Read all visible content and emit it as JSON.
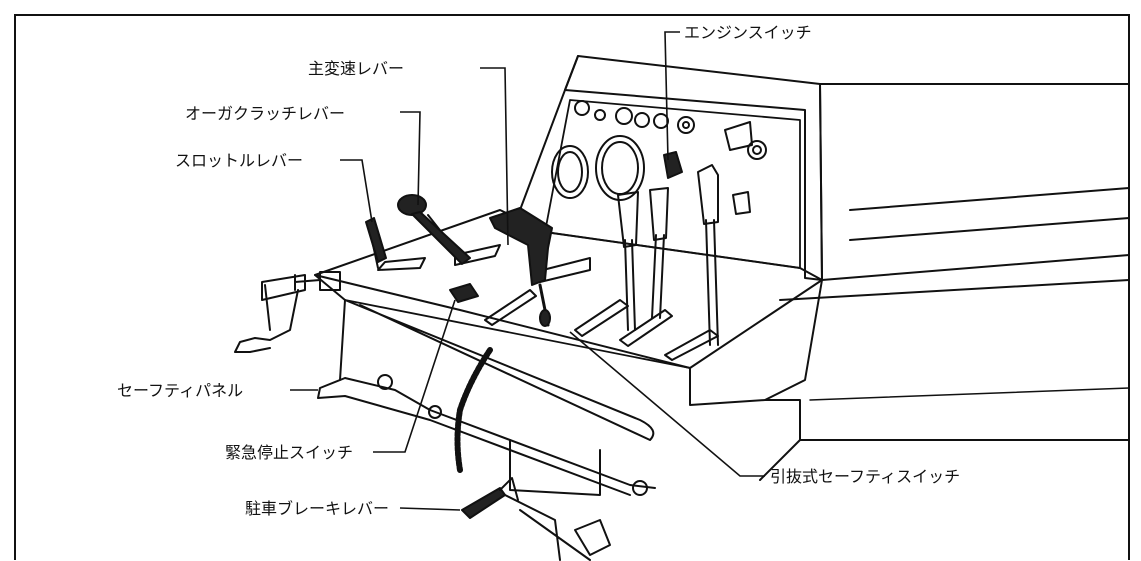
{
  "labels": {
    "engine_switch": "エンジンスイッチ",
    "main_shift_lever": "主変速レバー",
    "auger_clutch_lever": "オーガクラッチレバー",
    "throttle_lever": "スロットルレバー",
    "safety_panel": "セーフティパネル",
    "emergency_stop_switch": "緊急停止スイッチ",
    "parking_brake_lever": "駐車ブレーキレバー",
    "pull_safety_switch": "引抜式セーフティスイッチ"
  }
}
